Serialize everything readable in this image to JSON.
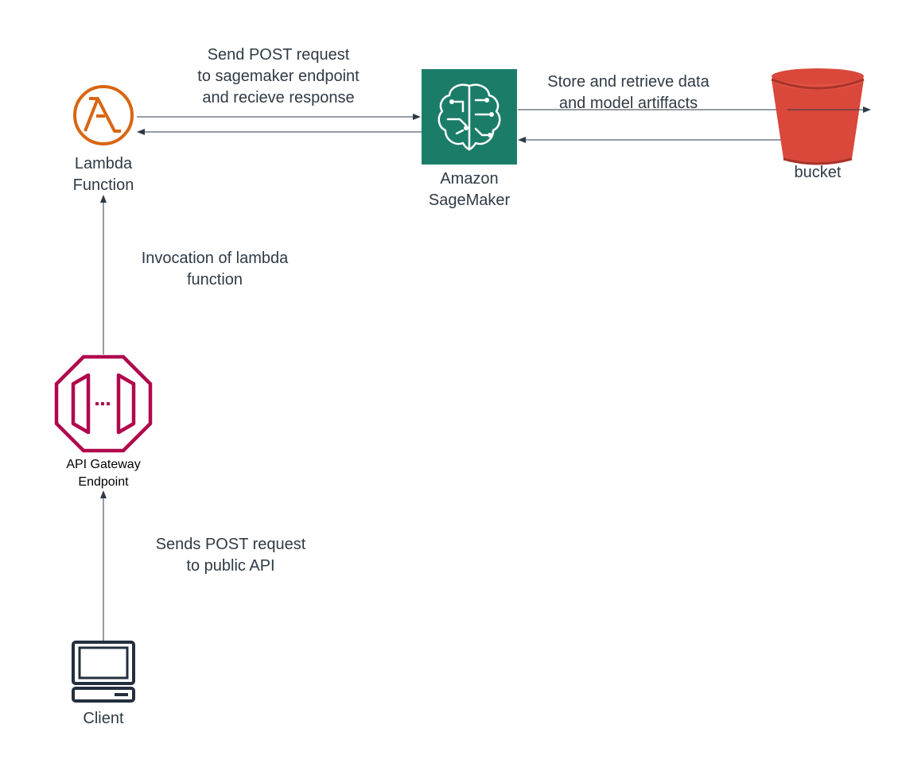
{
  "nodes": {
    "lambda": {
      "label_lines": [
        "Lambda",
        "Function"
      ],
      "icon": "lambda-icon",
      "color": "#d86613"
    },
    "sagemaker": {
      "label_lines": [
        "Amazon",
        "SageMaker"
      ],
      "icon": "sagemaker-brain-icon",
      "color": "#1b7d68"
    },
    "bucket": {
      "label_lines": [
        "bucket"
      ],
      "icon": "s3-bucket-icon",
      "color": "#d9483b"
    },
    "api_gateway": {
      "label_lines": [
        "API Gateway",
        "Endpoint"
      ],
      "icon": "api-gateway-icon",
      "color": "#b0084d"
    },
    "client": {
      "label_lines": [
        "Client"
      ],
      "icon": "client-computer-icon",
      "color": "#232f3e"
    }
  },
  "edge_labels": {
    "lambda_sagemaker": [
      "Send POST request",
      "to sagemaker endpoint",
      "and recieve response"
    ],
    "sagemaker_bucket": [
      "Store and retrieve data",
      "and model artiffacts"
    ],
    "api_lambda": [
      "Invocation of lambda",
      "function"
    ],
    "client_api": [
      "Sends POST request",
      "to public API"
    ]
  }
}
